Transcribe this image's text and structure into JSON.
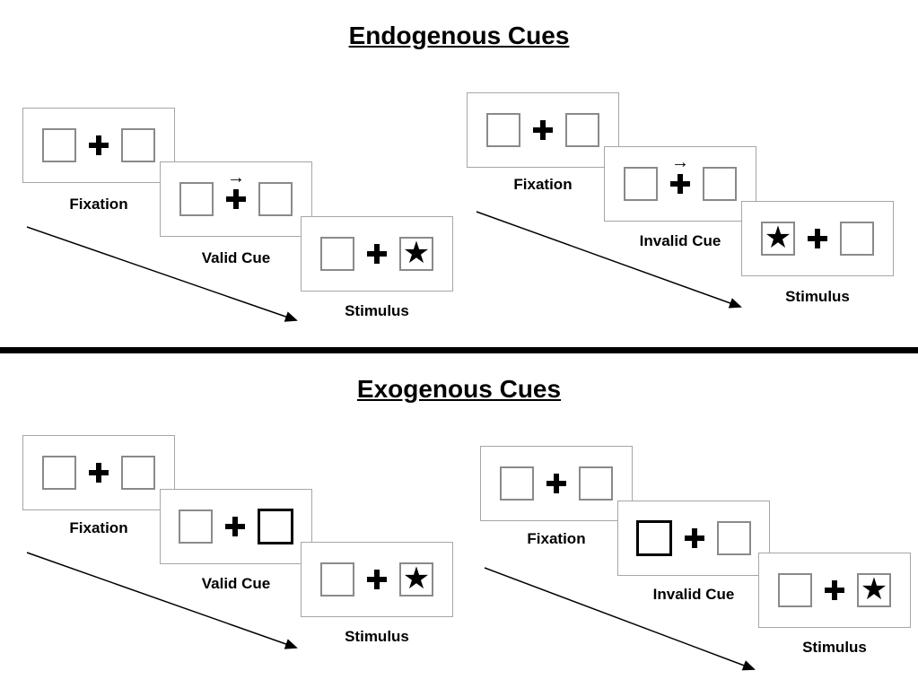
{
  "symbols": {
    "star": "★",
    "cue_arrow": "→"
  },
  "colors": {
    "line": "#000000",
    "panel_border": "#a6a6a6",
    "box_border": "#8a8a8a",
    "divider": "#000000"
  },
  "sections": [
    {
      "title": "Endogenous Cues",
      "groups": [
        {
          "labels": {
            "fixation": "Fixation",
            "cue": "Valid Cue",
            "stimulus": "Stimulus"
          }
        },
        {
          "labels": {
            "fixation": "Fixation",
            "cue": "Invalid Cue",
            "stimulus": "Stimulus"
          }
        }
      ]
    },
    {
      "title": "Exogenous Cues",
      "groups": [
        {
          "labels": {
            "fixation": "Fixation",
            "cue": "Valid Cue",
            "stimulus": "Stimulus"
          }
        },
        {
          "labels": {
            "fixation": "Fixation",
            "cue": "Invalid Cue",
            "stimulus": "Stimulus"
          }
        }
      ]
    }
  ]
}
